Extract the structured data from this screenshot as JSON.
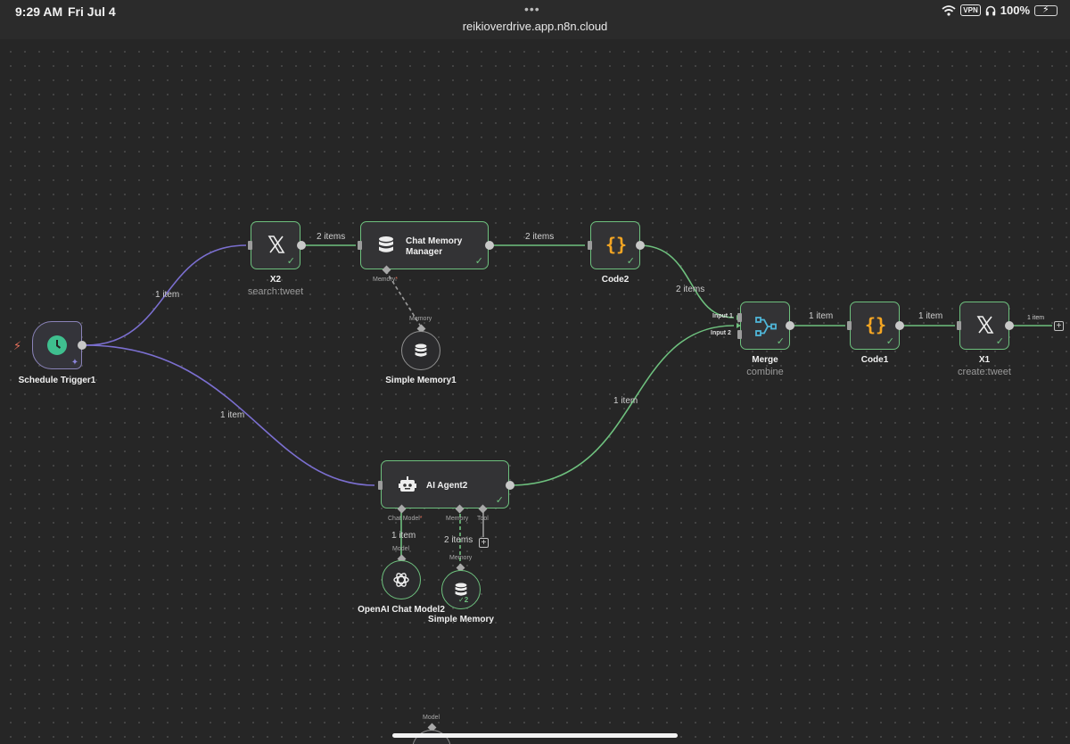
{
  "status_bar": {
    "time": "9:29 AM",
    "date": "Fri Jul 4",
    "url": "reikioverdrive.app.n8n.cloud",
    "vpn": "VPN",
    "battery": "100%"
  },
  "nodes": {
    "schedule_trigger": {
      "label": "Schedule Trigger1"
    },
    "x2": {
      "label": "X2",
      "subtitle": "search:tweet"
    },
    "chat_memory_manager": {
      "label_line1": "Chat Memory",
      "label_line2": "Manager"
    },
    "code2": {
      "label": "Code2"
    },
    "simple_memory1": {
      "label": "Simple Memory1"
    },
    "merge": {
      "label": "Merge",
      "subtitle": "combine",
      "input1": "Input 1",
      "input2": "Input 2"
    },
    "code1": {
      "label": "Code1"
    },
    "x1": {
      "label": "X1",
      "subtitle": "create:tweet"
    },
    "ai_agent2": {
      "label": "AI Agent2"
    },
    "openai_chat_model2": {
      "label": "OpenAI Chat Model2"
    },
    "simple_memory": {
      "label": "Simple Memory",
      "badge": "2"
    }
  },
  "edge_labels": {
    "trigger_to_x2": "1 item",
    "trigger_to_agent": "1 item",
    "x2_to_cmm": "2 items",
    "cmm_to_code2": "2 items",
    "code2_to_merge": "2 items",
    "agent_to_merge": "1 item",
    "merge_to_code1": "1 item",
    "code1_to_x1": "1 item",
    "x1_out": "1 item",
    "model_to_agent": "1 item",
    "memory_to_agent": "2 items"
  },
  "handles": {
    "cmm_memory": "Memory",
    "simple_memory1_top": "Memory",
    "agent_chat_model": "Chat Model",
    "agent_memory": "Memory",
    "agent_tool": "Tool",
    "openai_top": "Model",
    "simple_memory_top": "Memory",
    "bottom_model": "Model",
    "required_mark": "*"
  },
  "colors": {
    "success": "#6ec07e",
    "trigger_edge": "#7b6fd0",
    "success_edge": "#6ec07e",
    "code_icon": "#f5a623",
    "merge_icon": "#4fb6d8",
    "trigger_icon": "#3fbf8f"
  }
}
